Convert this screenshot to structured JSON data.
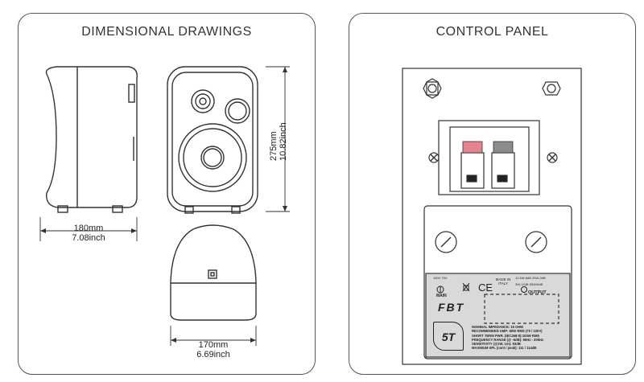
{
  "dimensional": {
    "title": "DIMENSIONAL DRAWINGS",
    "width_mm": "180mm",
    "width_inch": "7.08inch",
    "height_mm": "275mm",
    "height_inch": "10.82inch",
    "depth_mm": "170mm",
    "depth_inch": "6.69inch"
  },
  "control": {
    "title": "CONTROL PANEL",
    "main_taps": "100V  70V",
    "main_label": "MAIN",
    "made_in": "MADE IN ITALY",
    "output_taps_1": "12.5W-6dB  25W-3dB",
    "output_taps_2": "3W-12dB  50W/0dB",
    "output_label": "OUTPUT",
    "brand": "FBT",
    "model": "5T",
    "spec_1": "NOMINAL IMPEDANCE: 16 OHM",
    "spec_2": "RECOMMENDED AMP: 50W RMS (70 / 100V)",
    "spec_3": "SHORT TERM PWR. (IEC268-5):100W RMS",
    "spec_4": "FREQUENCY RANGE (@ -6dB): 90Hz - 20kHz",
    "spec_5": "SENSITIVITY (@1W, 1m): 93dB",
    "spec_6": "MAXIMUM SPL (cont / peak): 111 / 114dB"
  },
  "colors": {
    "line": "#333333",
    "red_terminal": "#e8828f",
    "grey_terminal": "#8c8c8c",
    "label_plate": "#d9d9d9"
  }
}
